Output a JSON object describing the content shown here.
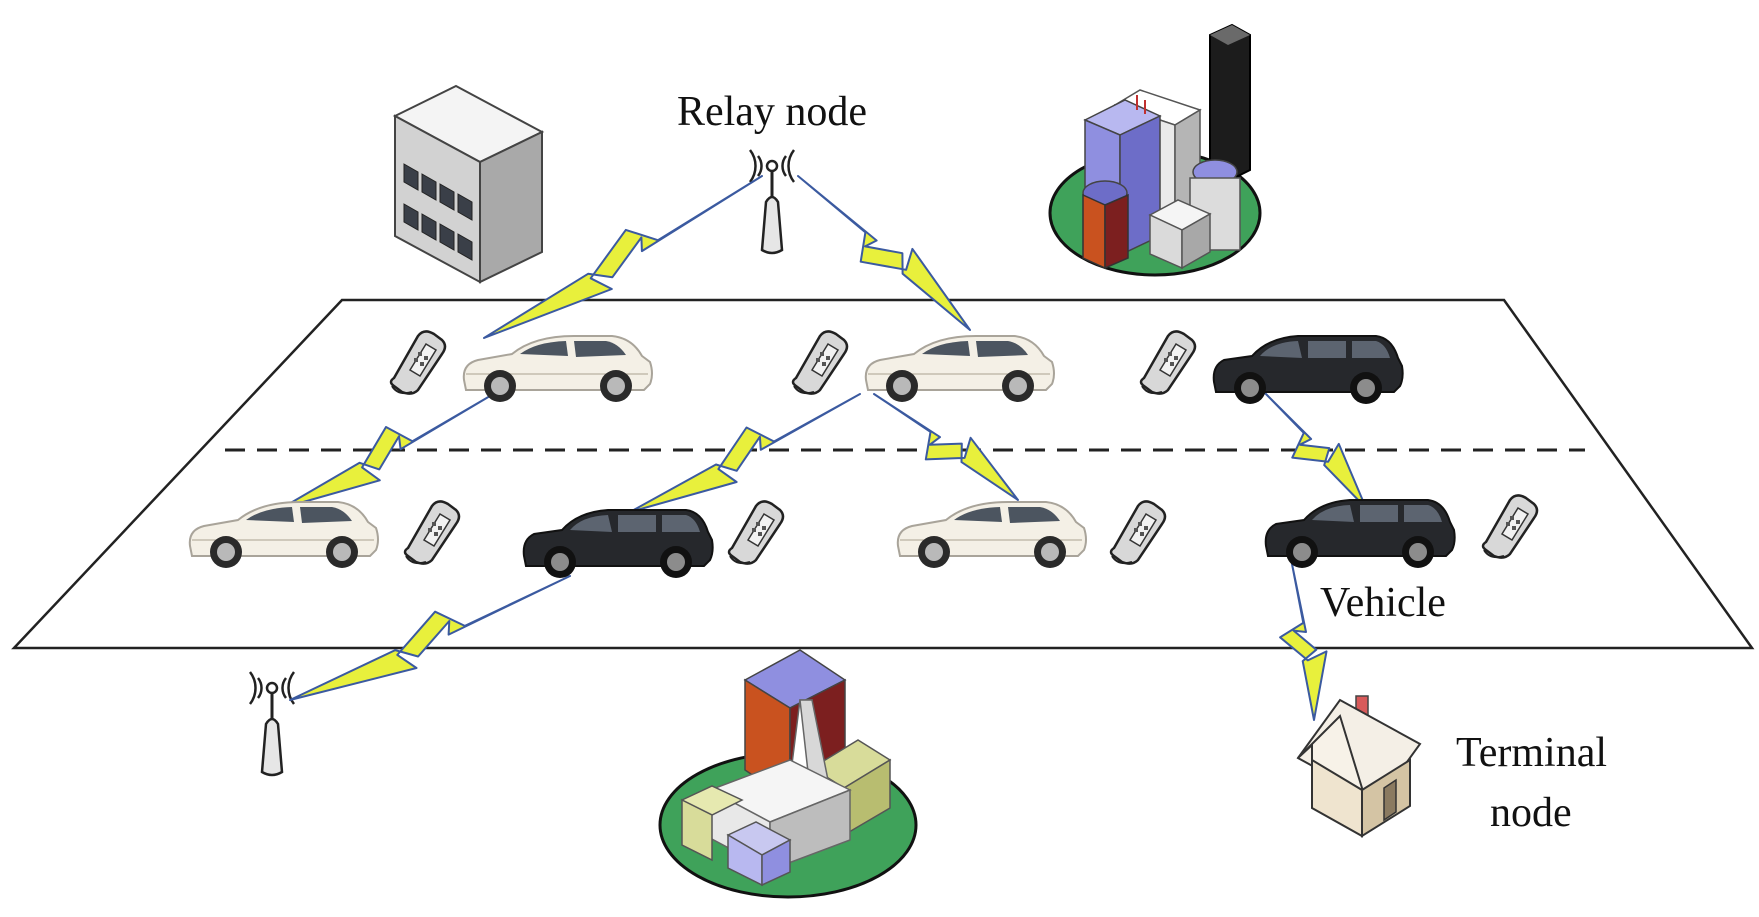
{
  "labels": {
    "relay_node": "Relay node",
    "vehicle": "Vehicle",
    "terminal_node_line1": "Terminal",
    "terminal_node_line2": "node"
  },
  "nodes": {
    "relay_tower": {
      "icon": "antenna-tower-icon"
    },
    "roadside_antenna": {
      "icon": "antenna-tower-icon"
    },
    "office_building": {
      "icon": "office-building-icon"
    },
    "city_skyline": {
      "icon": "city-buildings-icon"
    },
    "village_church": {
      "icon": "church-village-icon"
    },
    "terminal_house": {
      "icon": "house-icon"
    }
  },
  "vehicles": {
    "row_top": [
      {
        "name": "vehicle-1",
        "color": "white",
        "icon": "hatchback-car-icon",
        "device": "mobile-phone-icon"
      },
      {
        "name": "vehicle-2",
        "color": "white",
        "icon": "hatchback-car-icon",
        "device": "mobile-phone-icon"
      },
      {
        "name": "vehicle-3",
        "color": "black",
        "icon": "suv-car-icon",
        "device": "mobile-phone-icon"
      }
    ],
    "row_bottom": [
      {
        "name": "vehicle-4",
        "color": "white",
        "icon": "hatchback-car-icon",
        "device": "mobile-phone-icon"
      },
      {
        "name": "vehicle-5",
        "color": "black",
        "icon": "suv-car-icon",
        "device": "mobile-phone-icon"
      },
      {
        "name": "vehicle-6",
        "color": "white",
        "icon": "hatchback-car-icon",
        "device": "mobile-phone-icon"
      },
      {
        "name": "vehicle-7",
        "color": "black",
        "icon": "suv-car-icon",
        "device": "mobile-phone-icon"
      }
    ]
  },
  "links": [
    {
      "name": "link-relay-vehicle-1",
      "from": "relay_tower",
      "to": "vehicle-1"
    },
    {
      "name": "link-relay-vehicle-2",
      "from": "relay_tower",
      "to": "vehicle-2"
    },
    {
      "name": "link-vehicle-1-vehicle-4",
      "from": "vehicle-1",
      "to": "vehicle-4"
    },
    {
      "name": "link-vehicle-2-vehicle-5",
      "from": "vehicle-2",
      "to": "vehicle-5"
    },
    {
      "name": "link-vehicle-2-vehicle-6",
      "from": "vehicle-2",
      "to": "vehicle-6"
    },
    {
      "name": "link-vehicle-3-vehicle-7",
      "from": "vehicle-3",
      "to": "vehicle-7"
    },
    {
      "name": "link-vehicle-5-antenna",
      "from": "vehicle-5",
      "to": "roadside_antenna"
    },
    {
      "name": "link-vehicle-7-house",
      "from": "vehicle-7",
      "to": "terminal_house"
    }
  ],
  "colors": {
    "link_bolt": "#e8f03c",
    "link_edge": "#3b5aa0",
    "car_white": "#f3efe4",
    "car_black": "#26282c",
    "grass": "#3fa25a",
    "road_outline": "#222222"
  }
}
